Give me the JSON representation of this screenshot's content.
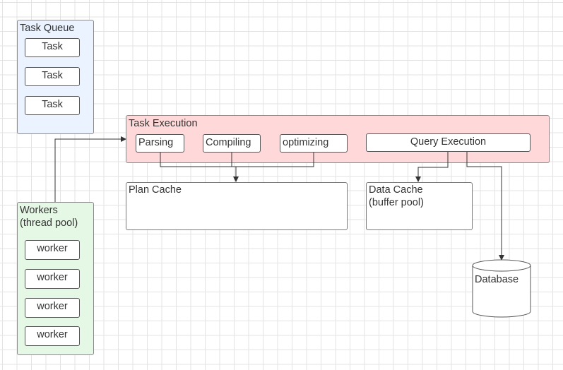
{
  "task_queue": {
    "title": "Task Queue",
    "color": "#eaf3ff",
    "items": [
      "Task",
      "Task",
      "Task"
    ]
  },
  "workers": {
    "title": "Workers\n(thread pool)",
    "color": "#e5f8e5",
    "items": [
      "worker",
      "worker",
      "worker",
      "worker"
    ]
  },
  "task_execution": {
    "title": "Task Execution",
    "color": "#ffd9d9",
    "stages": {
      "parsing": "Parsing",
      "compiling": "Compiling",
      "optimizing": "optimizing",
      "query_execution": "Query Execution"
    }
  },
  "plan_cache": {
    "label": "Plan Cache"
  },
  "data_cache": {
    "label": "Data Cache\n(buffer pool)"
  },
  "database": {
    "label": "Database"
  }
}
